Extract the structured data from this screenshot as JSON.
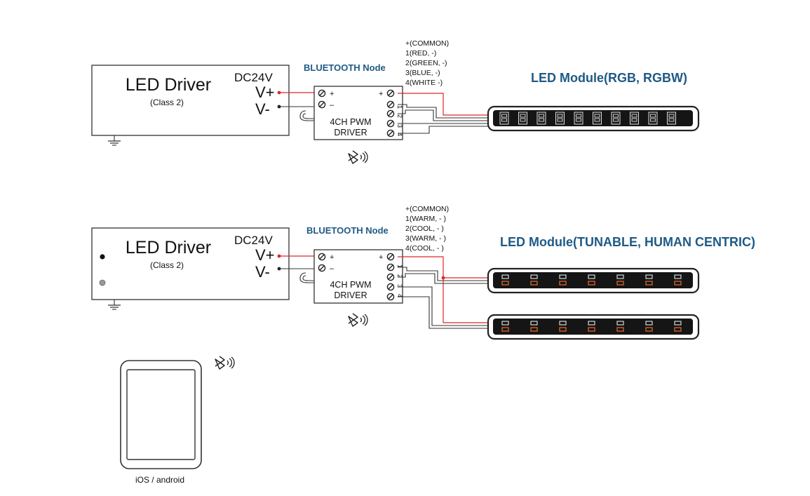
{
  "colors": {
    "red_wire": "#e0262a",
    "label_blue": "#1f5a85",
    "led_orange": "#e0652a",
    "line": "#333333"
  },
  "icons": [
    "ground-icon",
    "bluetooth-icon",
    "signal-waves-icon",
    "tablet-icon",
    "screw-terminal-icon"
  ],
  "top": {
    "driver": {
      "title": "LED Driver",
      "class": "(Class 2)",
      "dc": "DC24V",
      "vplus": "V+",
      "vminus": "V-"
    },
    "node": {
      "title": "BLUETOOTH  Node",
      "line1": "4CH PWM",
      "line2": "DRIVER",
      "in_plus": "+",
      "in_minus": "–",
      "out_plus": "+",
      "pins": [
        "1",
        "2",
        "3",
        "4"
      ]
    },
    "channels": [
      "+(COMMON)",
      "1(RED, -)",
      "2(GREEN, -)",
      "3(BLUE, -)",
      "4(WHITE  -)"
    ],
    "module_title": "LED Module(RGB, RGBW)"
  },
  "bottom": {
    "driver": {
      "title": "LED Driver",
      "class": "(Class 2)",
      "dc": "DC24V",
      "vplus": "V+",
      "vminus": "V-"
    },
    "node": {
      "title": "BLUETOOTH  Node",
      "line1": "4CH PWM",
      "line2": "DRIVER",
      "in_plus": "+",
      "in_minus": "–",
      "out_plus": "+",
      "pins": [
        "1",
        "2",
        "3",
        "4"
      ]
    },
    "channels": [
      "+(COMMON)",
      "1(WARM, - )",
      "2(COOL,  - )",
      "3(WARM, - )",
      "4(COOL,  - )"
    ],
    "module_title": "LED Module(TUNABLE, HUMAN CENTRIC)"
  },
  "device": {
    "label": "iOS / android"
  }
}
